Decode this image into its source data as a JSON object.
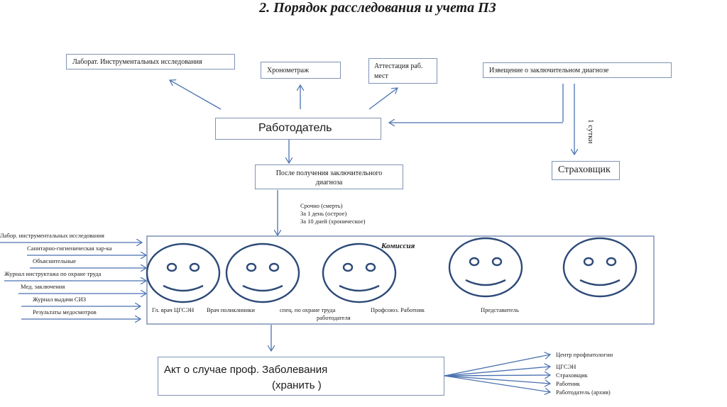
{
  "title": "2. Порядок расследования и учета ПЗ",
  "top_boxes": {
    "lab": "Лаборат. Инструментальных исследования",
    "chrono": "Хронометраж",
    "attest_line1": "Аттестация раб.",
    "attest_line2": "мест",
    "notice": "Извещение о заключительном диагнозе"
  },
  "employer": "Работодатель",
  "insurer": "Страховщик",
  "one_day_label": "1 сутки",
  "after_diagnosis_line1": "После получения заключительного",
  "after_diagnosis_line2": "диагноза",
  "deadlines": [
    "Срочно (смерть)",
    "За 1 день (острое)",
    "За 10 дней (хроническое)"
  ],
  "inputs": [
    "Лабор. инструментальных исследования",
    "Санитарно-гигиеническая хар-ка",
    "Объяснительные",
    "Журнал инструктажа по охране труда",
    "Мед. заключения",
    "Журнал выдачи СИЗ",
    "Результаты медосмотров"
  ],
  "commission": {
    "title": "Комиссия",
    "members": [
      "Гл. врач ЦГСЭН",
      "Врач поликлиники",
      "спец. по охране труда",
      "работодателя",
      "Профсоюз. Работник",
      "Представитель"
    ],
    "faces_count": 5
  },
  "act": {
    "line1": "Акт о случае проф. Заболевания",
    "line2": "(хранить )"
  },
  "recipients": [
    "Центр профпатологии",
    "ЦГСЭН",
    "Страховщик",
    "Работник",
    "Работодатель (архив)"
  ],
  "colors": {
    "arrow": "#4a72b0",
    "box_border": "#7f93b5",
    "face": "#2d4a78"
  }
}
